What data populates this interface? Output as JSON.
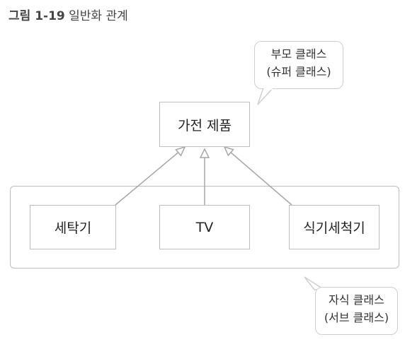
{
  "figure": {
    "number": "그림 1-19",
    "title": "일반화 관계"
  },
  "parent": {
    "label": "가전 제품"
  },
  "children": [
    {
      "label": "세탁기"
    },
    {
      "label": "TV"
    },
    {
      "label": "식기세척기"
    }
  ],
  "callouts": {
    "parent": {
      "line1": "부모 클래스",
      "line2": "(슈퍼 클래스)"
    },
    "child": {
      "line1": "자식 클래스",
      "line2": "(서브 클래스)"
    }
  },
  "colors": {
    "stroke": "#bdbdbd",
    "arrow": "#a6a6a6",
    "note_border": "#cfcfcf",
    "text": "#222222"
  }
}
